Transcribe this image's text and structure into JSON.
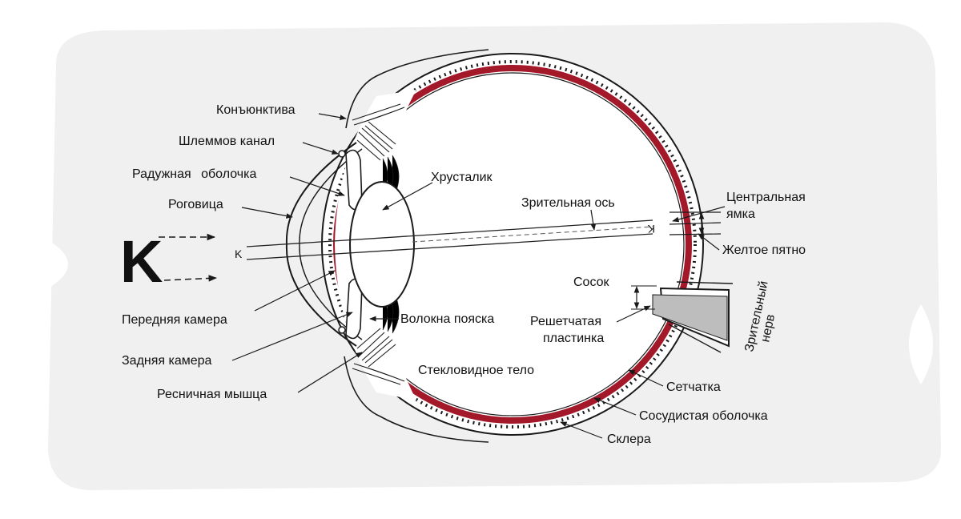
{
  "diagram": {
    "letter_large": "K",
    "letter_small": "K",
    "letter_inverted": "K",
    "colors": {
      "background": "#ffffff",
      "backdrop": "#f0f0f0",
      "ink": "#1a1a1a",
      "choroid": "#a3192a"
    },
    "labels": {
      "conjunctiva": "Конъюнктива",
      "schlemm_canal": "Шлеммов канал",
      "iris": "Радужная оболочка",
      "cornea": "Роговица",
      "anterior_chamber": "Передняя камера",
      "posterior_chamber": "Задняя камера",
      "ciliary_muscle": "Ресничная мышца",
      "lens": "Хрусталик",
      "zonule_fibers": "Волокна пояска",
      "vitreous_body": "Стекловидное тело",
      "visual_axis": "Зрительная ось",
      "fovea_line1": "Центральная",
      "fovea_line2": "ямка",
      "macula": "Желтое пятно",
      "optic_disc": "Сосок",
      "lamina_line1": "Решетчатая",
      "lamina_line2": "пластинка",
      "retina": "Сетчатка",
      "choroid": "Сосудистая оболочка",
      "sclera": "Склера",
      "optic_nerve_line1": "Зрительный",
      "optic_nerve_line2": "нерв"
    }
  }
}
